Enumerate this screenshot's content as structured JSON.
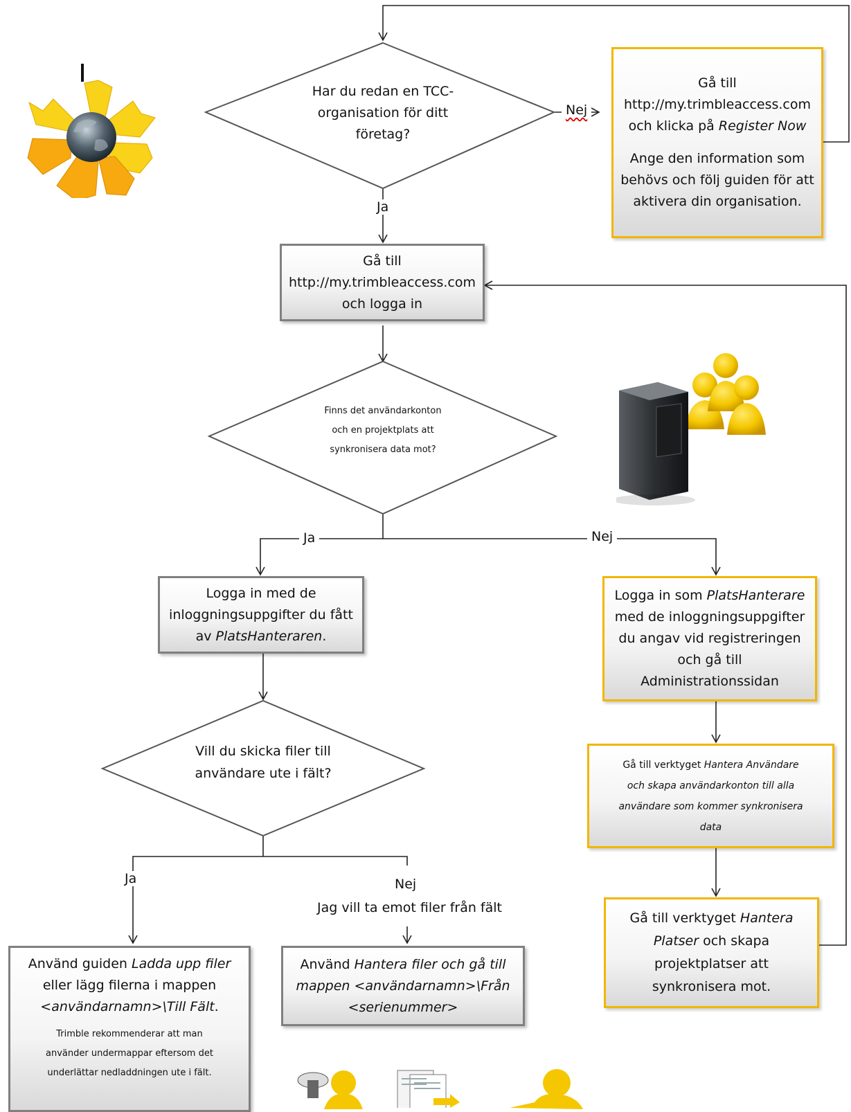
{
  "d1": {
    "lines": [
      "Har du redan en TCC-",
      "organisation för ditt",
      "företag?"
    ]
  },
  "box_register": {
    "lines": [
      "Gå till",
      "http://my.trimbleaccess.com",
      "och klicka på "
    ],
    "emph": "Register Now",
    "para": [
      "Ange den information som",
      "behövs och följ guiden för att",
      "aktivera din organisation."
    ]
  },
  "box_login": {
    "lines": [
      "Gå till",
      "http://my.trimbleaccess.com",
      "och logga in"
    ]
  },
  "d2": {
    "lines": [
      "Finns det användarkonton",
      "och en projektplats att",
      "synkronisera data mot?"
    ]
  },
  "box_user_login": {
    "l1": "Logga in med de",
    "l2": "inloggningsuppgifter du fått",
    "l3_pre": "av ",
    "l3_em": "PlatsHanteraren",
    "l3_post": "."
  },
  "box_admin": {
    "l1_pre": "Logga in som ",
    "l1_em": "PlatsHanterare",
    "l2": "med de inloggningsuppgifter",
    "l3": "du angav vid registreringen",
    "l4": "och gå till",
    "l5": "Administrationssidan"
  },
  "box_users": {
    "pre": "Gå till verktyget ",
    "em1": "Hantera Användare",
    "em2": "och skapa användarkonton till alla",
    "em3": "användare som kommer synkronisera",
    "em4": "data"
  },
  "box_sites": {
    "pre": "Gå till verktyget ",
    "em1": "Hantera",
    "em2": "Platser",
    "post2": " och skapa",
    "l3": "projektplatser att",
    "l4": "synkronisera mot."
  },
  "d3": {
    "lines": [
      "Vill du skicka filer till",
      "användare ute i fält?"
    ]
  },
  "box_upload": {
    "pre": "Använd guiden ",
    "em1": "Ladda upp filer",
    "l2": "eller lägg filerna i mappen",
    "em3": "<användarnamn>\\Till Fält",
    "post3": ".",
    "note": [
      "Trimble rekommenderar att man",
      "använder undermappar eftersom det",
      "underlättar nedladdningen ute i fält."
    ]
  },
  "box_receive": {
    "pre": "Använd ",
    "em1": "Hantera filer och gå till",
    "em2": "mappen <användarnamn>\\Från",
    "em3": "<serienummer>"
  },
  "labels": {
    "nej1": "Nej",
    "ja1": "Ja",
    "ja2": "Ja",
    "nej2": "Nej",
    "ja3": "Ja",
    "nej3": "Nej",
    "nej3_sub": "Jag vill ta emot filer från fält"
  },
  "colors": {
    "grey_border": "#808080",
    "gold_border": "#f2b600",
    "line": "#222222"
  },
  "icons": [
    "globe-arrows-icon",
    "server-users-icon",
    "device-user-icon",
    "documents-icon",
    "user-icon"
  ]
}
